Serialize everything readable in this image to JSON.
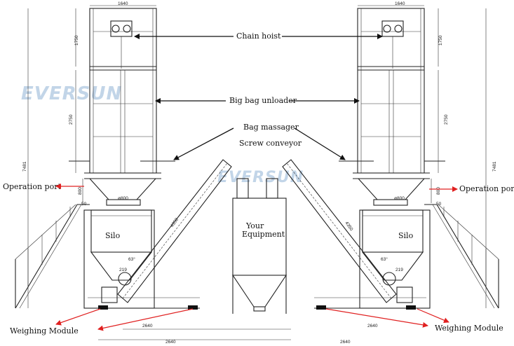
{
  "labels": {
    "chain_hoist": "Chain hoist",
    "big_bag_unloader": "Big bag unloader",
    "bag_massager": "Bag massager",
    "screw_conveyor": "Screw conveyor",
    "operation_port_left": "Operation port",
    "operation_port_right": "Operation port",
    "silo_left": "Silo",
    "silo_right": "Silo",
    "your_equipment_line1": "Your",
    "your_equipment_line2": "Equipment",
    "weighing_module_left": "Weighing Module",
    "weighing_module_right": "Weighing Module"
  },
  "dimensions": {
    "top_width": "1640",
    "hoist_height": "1750",
    "unloader_height": "2750",
    "total_height": "7481",
    "hopper_height": "800",
    "offset": "50",
    "outlet_diameter": "ø800",
    "conveyor_length": "4350",
    "angle": "63°",
    "screw_dim": "219",
    "bottom_span": "2640",
    "overall_span": "2640"
  },
  "watermarks": {
    "logo": "EVERSUN",
    "center_logo": "EVERSUN"
  },
  "colors": {
    "arrow_red": "#e02020",
    "arrow_black": "#111111",
    "watermark": "#8fb3d6"
  }
}
